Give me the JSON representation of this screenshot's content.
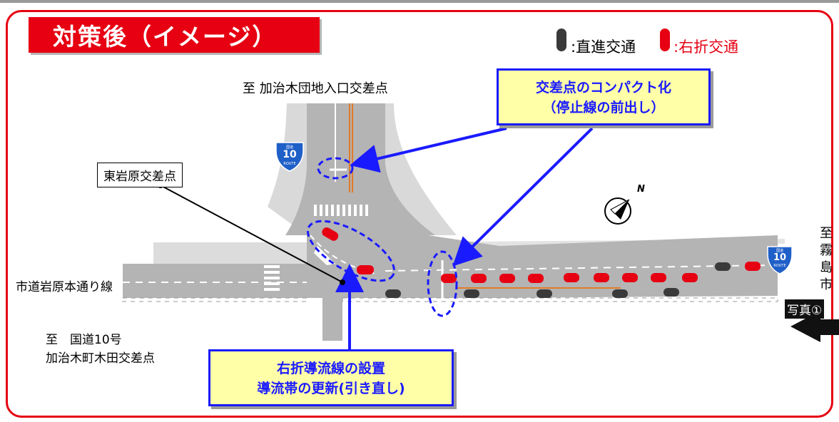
{
  "title": "対策後（イメージ）",
  "legend": {
    "straight_label": ":直進交通",
    "right_turn_label": ":右折交通",
    "straight_color": "#333333",
    "right_turn_color": "#e60012"
  },
  "labels": {
    "north_destination": "至 加治木団地入口交差点",
    "intersection_name": "東岩原交差点",
    "road_name": "市道岩原本通り線",
    "south_destination_line1": "至　国道10号",
    "south_destination_line2": "加治木町木田交差点",
    "east_destination": [
      "至",
      "霧",
      "島",
      "市"
    ],
    "photo_label": "写真①"
  },
  "callouts": {
    "compact": {
      "line1": "交差点のコンパクト化",
      "line2": "（停止線の前出し）"
    },
    "guide": {
      "line1": "右折導流線の設置",
      "line2": "導流帯の更新(引き直し)"
    }
  },
  "route_signs": {
    "number": "10",
    "top_text": "国道",
    "bottom_text": "ROUTE"
  },
  "compass_label": "N",
  "colors": {
    "frame": "#e60012",
    "callout_border": "#1a1aff",
    "callout_fill": "#ffffa8",
    "road": "#b4b4b4"
  }
}
